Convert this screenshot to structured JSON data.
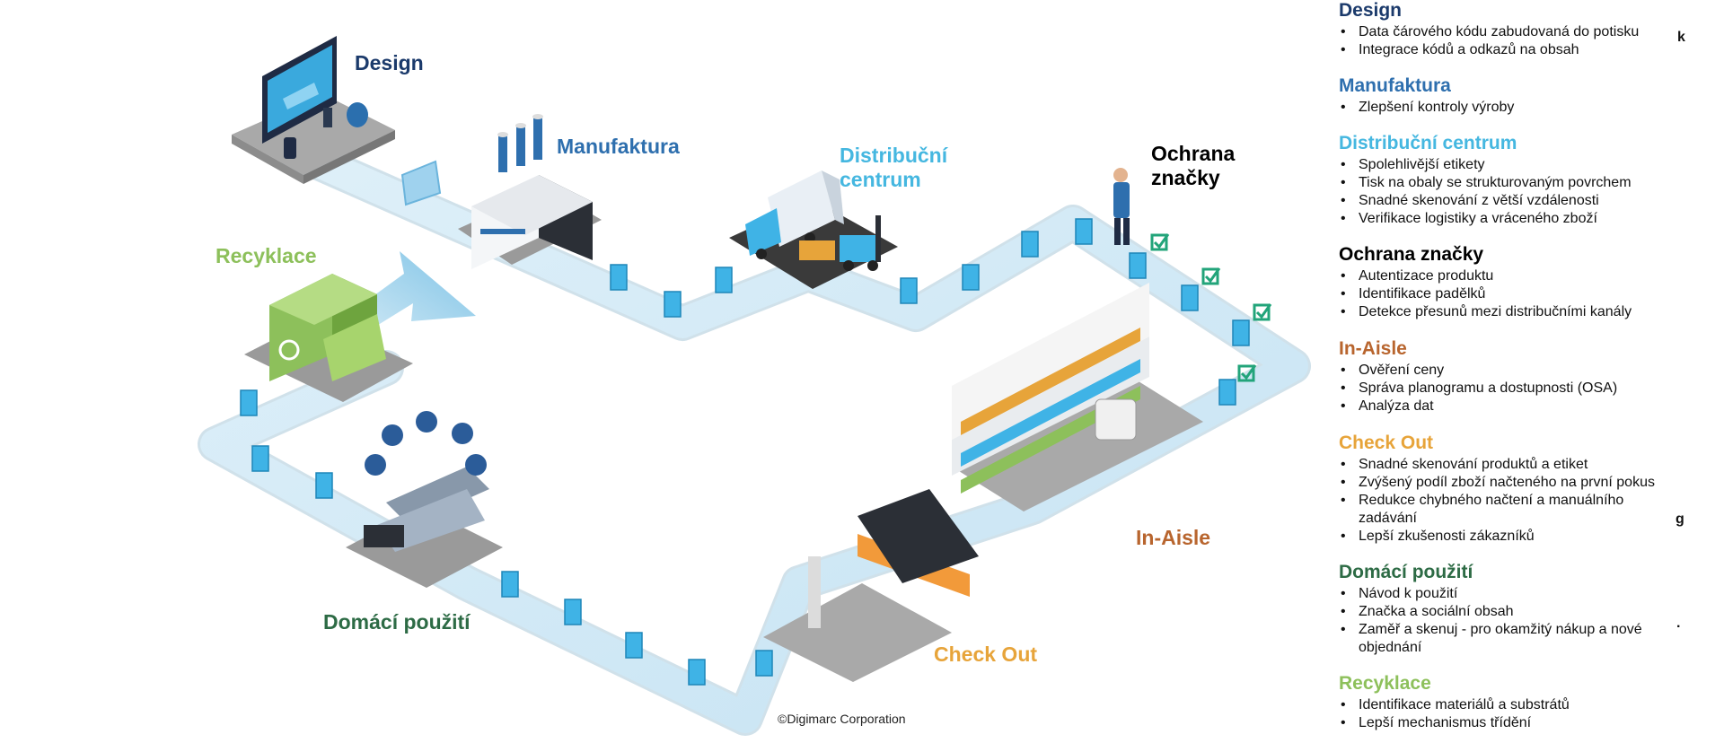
{
  "colors": {
    "design": "#1b3a6b",
    "manufaktura": "#2e6fae",
    "distribucni": "#45b7e0",
    "ochrana": "#000000",
    "inaisle": "#b8652e",
    "checkout": "#e7a43a",
    "domaci": "#2d6b45",
    "recyklace": "#8dc05b",
    "path": "#cfe8f5",
    "platform": "#bdbdbd",
    "check": "#22a47a"
  },
  "diagram": {
    "labels": {
      "design": "Design",
      "manufaktura": "Manufaktura",
      "distribucni": "Distribuční\ncentrum",
      "ochrana": "Ochrana\nznačky",
      "inaisle": "In-Aisle",
      "checkout": "Check Out",
      "domaci": "Domácí použití",
      "recyklace": "Recyklace"
    },
    "icons": [
      "computer-monitor-icon",
      "factory-icon",
      "truck-icon",
      "forklift-icon",
      "worker-scanner-icon",
      "checkmark-icon",
      "store-shelf-icon",
      "checkout-counter-icon",
      "sofa-icon",
      "recycling-building-icon",
      "heart-icon",
      "thumbs-up-icon",
      "share-icon",
      "hashtag-icon",
      "chat-icon",
      "package-icon"
    ],
    "copyright": "©Digimarc Corporation"
  },
  "legend": {
    "sections": [
      {
        "title": "Design",
        "color": "#1b3a6b",
        "items": [
          "Data čárového kódu zabudovaná do potisku",
          "Integrace kódů a odkazů na obsah"
        ]
      },
      {
        "title": "Manufaktura",
        "color": "#2e6fae",
        "items": [
          "Zlepšení kontroly výroby"
        ]
      },
      {
        "title": "Distribuční centrum",
        "color": "#45b7e0",
        "items": [
          "Spolehlivější etikety",
          "Tisk na obaly se strukturovaným povrchem",
          "Snadné skenování z větší vzdálenosti",
          "Verifikace logistiky a vráceného zboží"
        ]
      },
      {
        "title": "Ochrana značky",
        "color": "#000000",
        "items": [
          "Autentizace produktu",
          "Identifikace padělků",
          "Detekce přesunů mezi distribučními kanály"
        ]
      },
      {
        "title": "In-Aisle",
        "color": "#b8652e",
        "items": [
          "Ověření ceny",
          "Správa planogramu a dostupnosti (OSA)",
          "Analýza dat"
        ]
      },
      {
        "title": "Check Out",
        "color": "#e7a43a",
        "items": [
          "Snadné skenování produktů a etiket",
          "Zvýšený podíl zboží načteného na první pokus",
          "Redukce chybného načtení a manuálního zadávání",
          "Lepší zkušenosti zákazníků"
        ]
      },
      {
        "title": "Domácí použití",
        "color": "#2d6b45",
        "items": [
          "Návod k použití",
          "Značka a sociální obsah",
          "Zaměř a skenuj - pro okamžitý nákup a nové objednání"
        ]
      },
      {
        "title": "Recyklace",
        "color": "#8dc05b",
        "items": [
          "Identifikace materiálů a substrátů",
          "Lepší mechanismus třídění"
        ]
      }
    ],
    "edge_marks": [
      "k",
      "g",
      "·"
    ]
  }
}
